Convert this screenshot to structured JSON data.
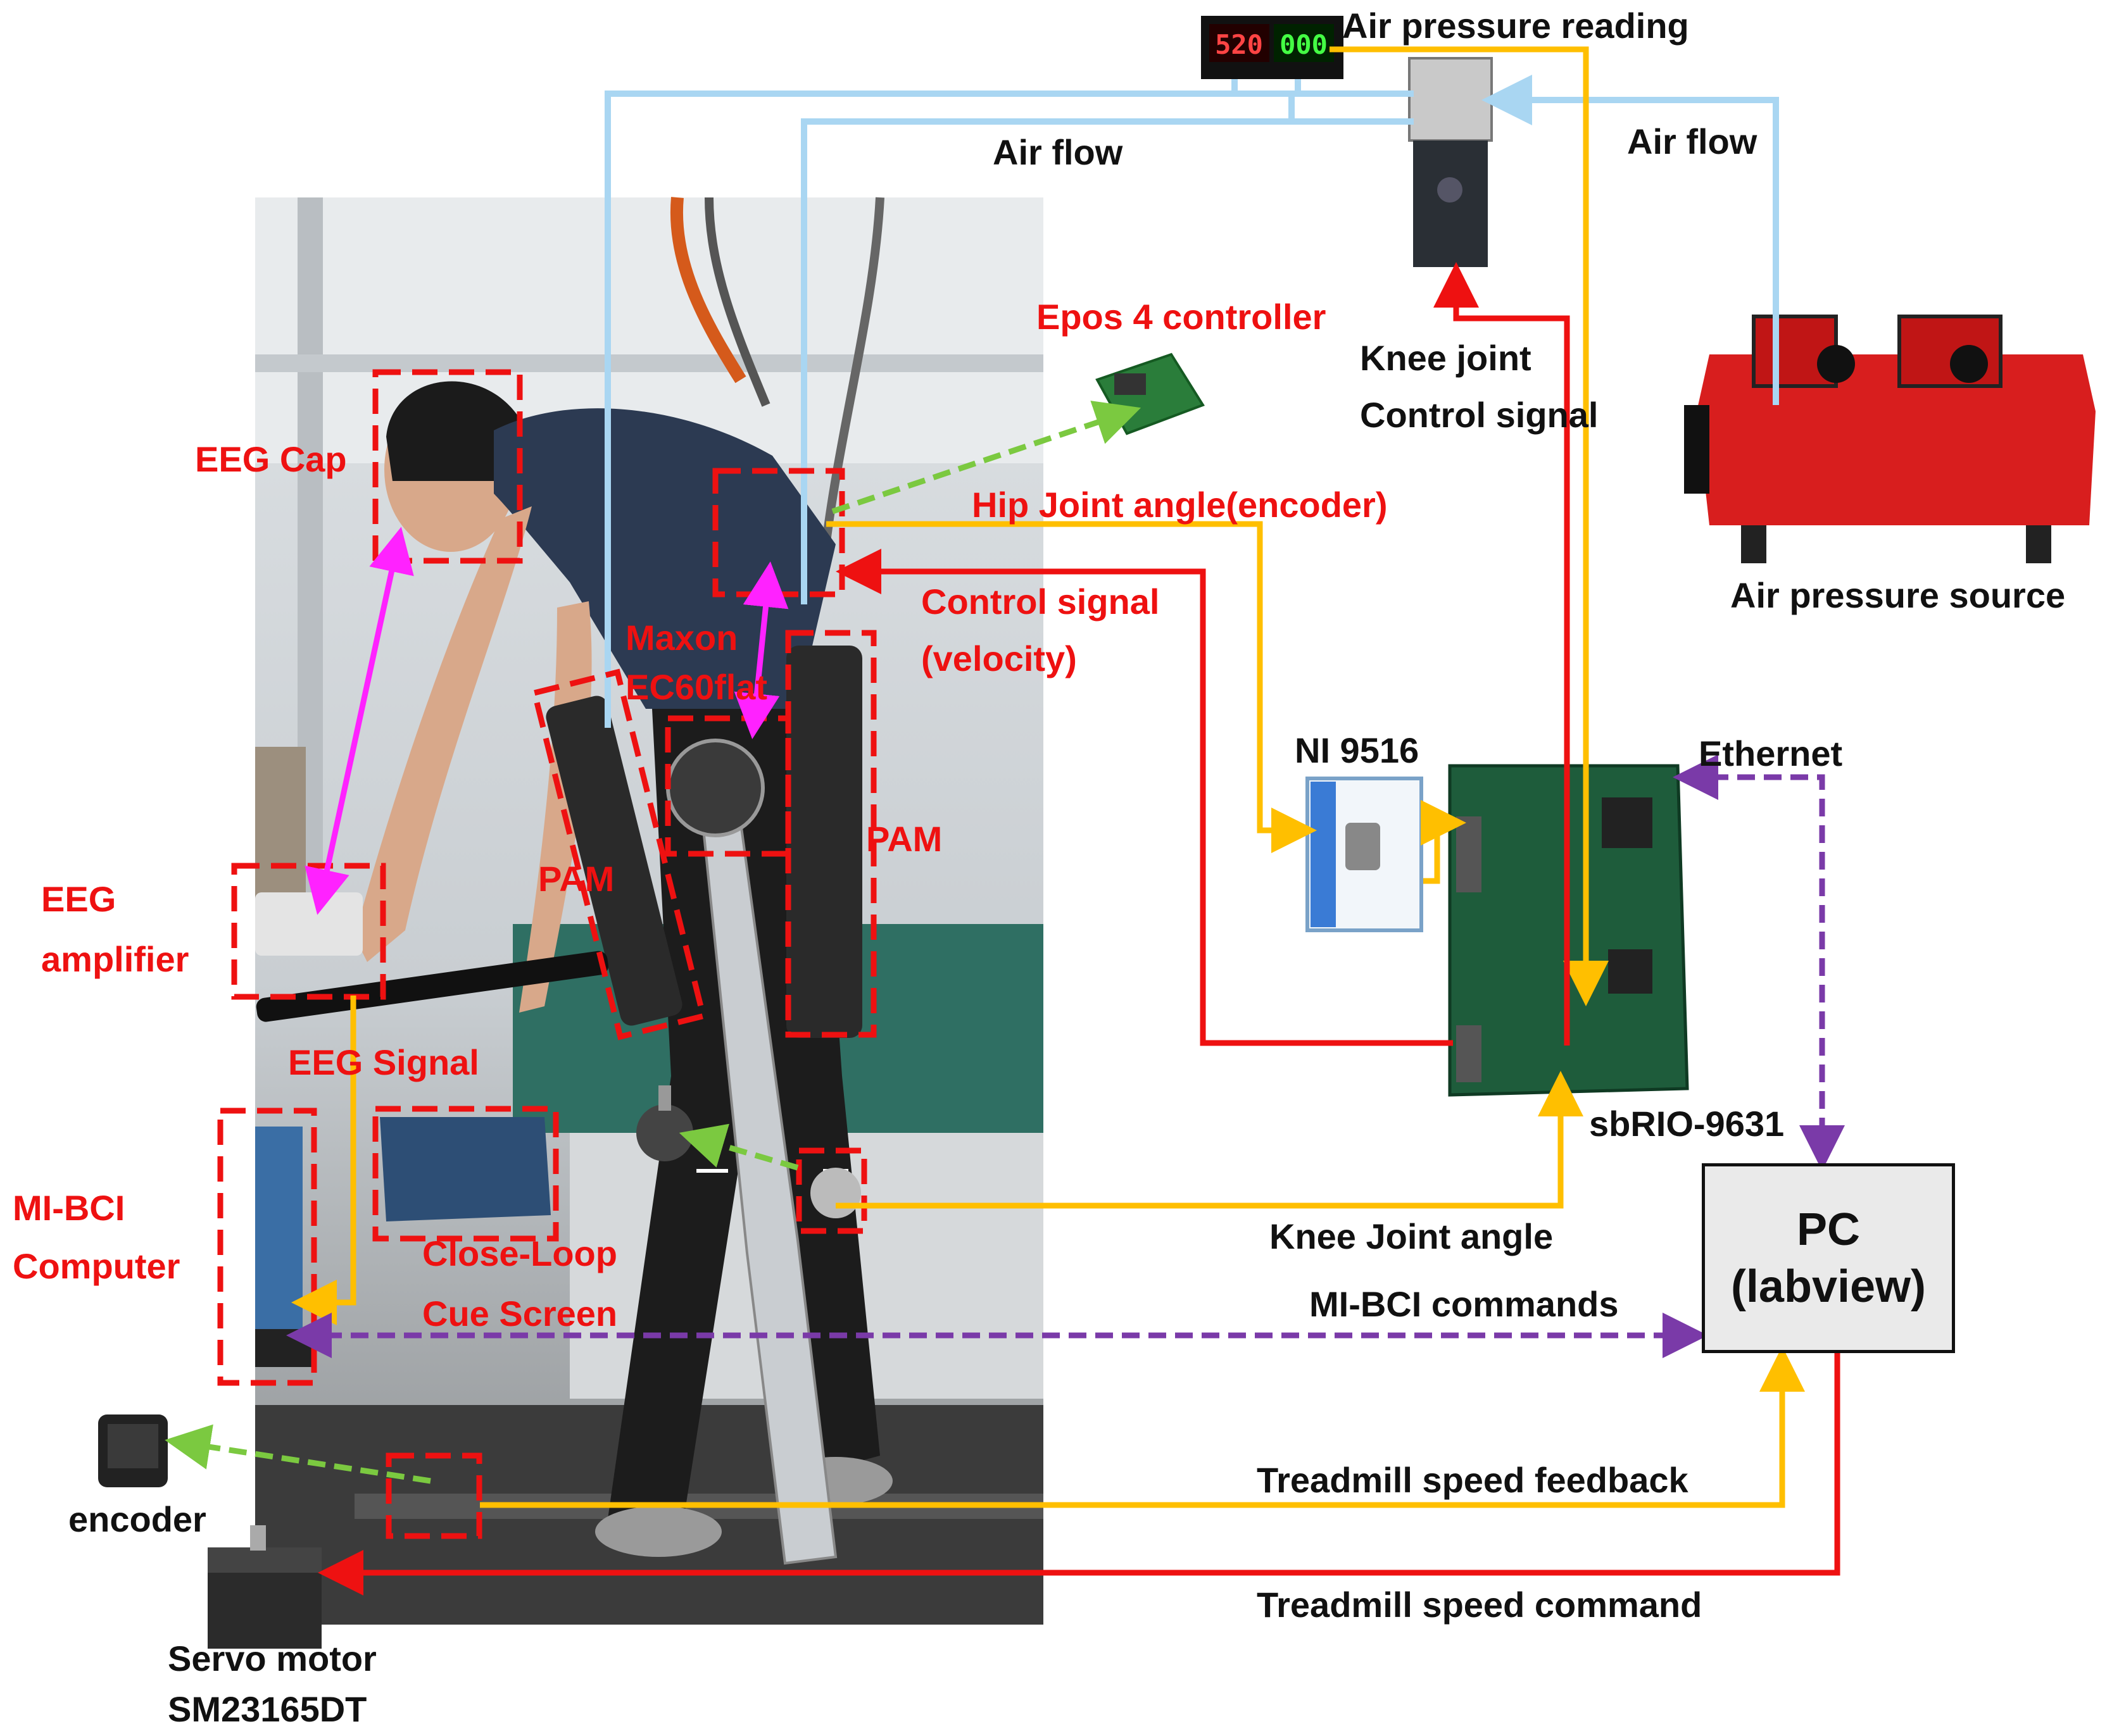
{
  "colors": {
    "air_flow": "#a9d6f2",
    "control_signal": "#ee1111",
    "feedback_signal": "#ffbf00",
    "wireless_link": "#7bc940",
    "bidirectional_link": "#7a3aa8",
    "eeg_link": "#ff22ff",
    "highlight_box": "#ee1111"
  },
  "labels": {
    "air_pressure_reading": "Air pressure reading",
    "air_flow_left": "Air flow",
    "air_flow_right": "Air flow",
    "epos_controller": "Epos 4 controller",
    "knee_control_1": "Knee joint",
    "knee_control_2": "Control signal",
    "eeg_cap": "EEG Cap",
    "hip_joint_angle": "Hip Joint angle(encoder)",
    "control_signal_1": "Control signal",
    "control_signal_2": "(velocity)",
    "air_pressure_source": "Air pressure source",
    "maxon_1": "Maxon",
    "maxon_2": "EC60flat",
    "ni_9516": "NI 9516",
    "ethernet": "Ethernet",
    "pam_left": "PAM",
    "pam_right": "PAM",
    "eeg_amplifier_1": "EEG",
    "eeg_amplifier_2": "amplifier",
    "eeg_signal": "EEG Signal",
    "sbrio": "sbRIO-9631",
    "mi_bci_computer_1": "MI-BCI",
    "mi_bci_computer_2": "Computer",
    "cue_screen_1": "Close-Loop",
    "cue_screen_2": "Cue Screen",
    "knee_joint_angle": "Knee Joint angle",
    "mi_bci_commands": "MI-BCI commands",
    "pc_line1": "PC",
    "pc_line2": "(labview)",
    "encoder": "encoder",
    "treadmill_feedback": "Treadmill speed feedback",
    "treadmill_command": "Treadmill speed command",
    "servo_1": "Servo motor",
    "servo_2": "SM23165DT",
    "pressure_display_1": "520",
    "pressure_display_2": "000"
  }
}
